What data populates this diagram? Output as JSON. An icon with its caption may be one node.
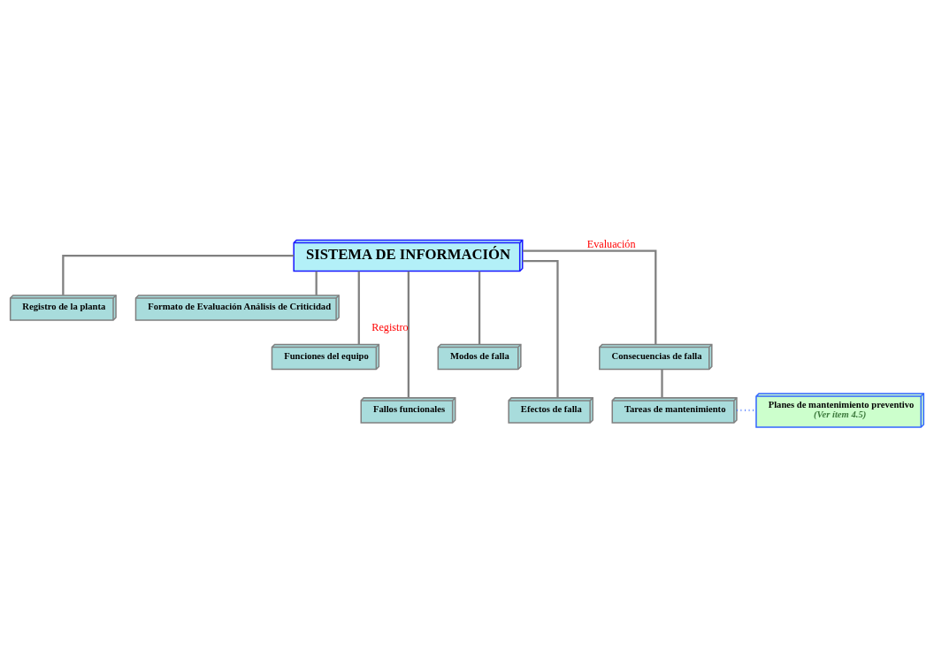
{
  "diagram": {
    "nodes": [
      {
        "text": [
          "SISTEMA DE INFORMACIÓN"
        ]
      },
      {
        "text": [
          "Registro de la planta"
        ]
      },
      {
        "text": [
          "Formato de Evaluación Análisis de Criticidad"
        ]
      },
      {
        "text": [
          "Funciones del equipo"
        ]
      },
      {
        "text": [
          "Fallos funcionales"
        ]
      },
      {
        "text": [
          "Modos de falla"
        ]
      },
      {
        "text": [
          "Efectos de falla"
        ]
      },
      {
        "text": [
          "Consecuencias de falla"
        ]
      },
      {
        "text": [
          "Tareas de mantenimiento"
        ]
      },
      {
        "text": [
          "Planes de mantenimiento preventivo",
          "(Ver ítem 4.5)"
        ]
      }
    ],
    "edges": [
      {
        "from": 0,
        "to": 1,
        "arrow": "none"
      },
      {
        "from": 0,
        "to": 2,
        "arrow": "none"
      },
      {
        "from": 0,
        "to": 3,
        "arrow": "none"
      },
      {
        "from": 0,
        "to": 4,
        "arrow": "none",
        "label": "Registro"
      },
      {
        "from": 0,
        "to": 5,
        "arrow": "none"
      },
      {
        "from": 0,
        "to": 6,
        "arrow": "none"
      },
      {
        "from": 0,
        "to": 7,
        "arrow": "none",
        "label": "Evaluación"
      },
      {
        "from": 7,
        "to": 8,
        "arrow": "none"
      },
      {
        "from": 8,
        "to": 9,
        "arrow": "none",
        "style": "dashed",
        "color": "#3366ff"
      }
    ]
  }
}
